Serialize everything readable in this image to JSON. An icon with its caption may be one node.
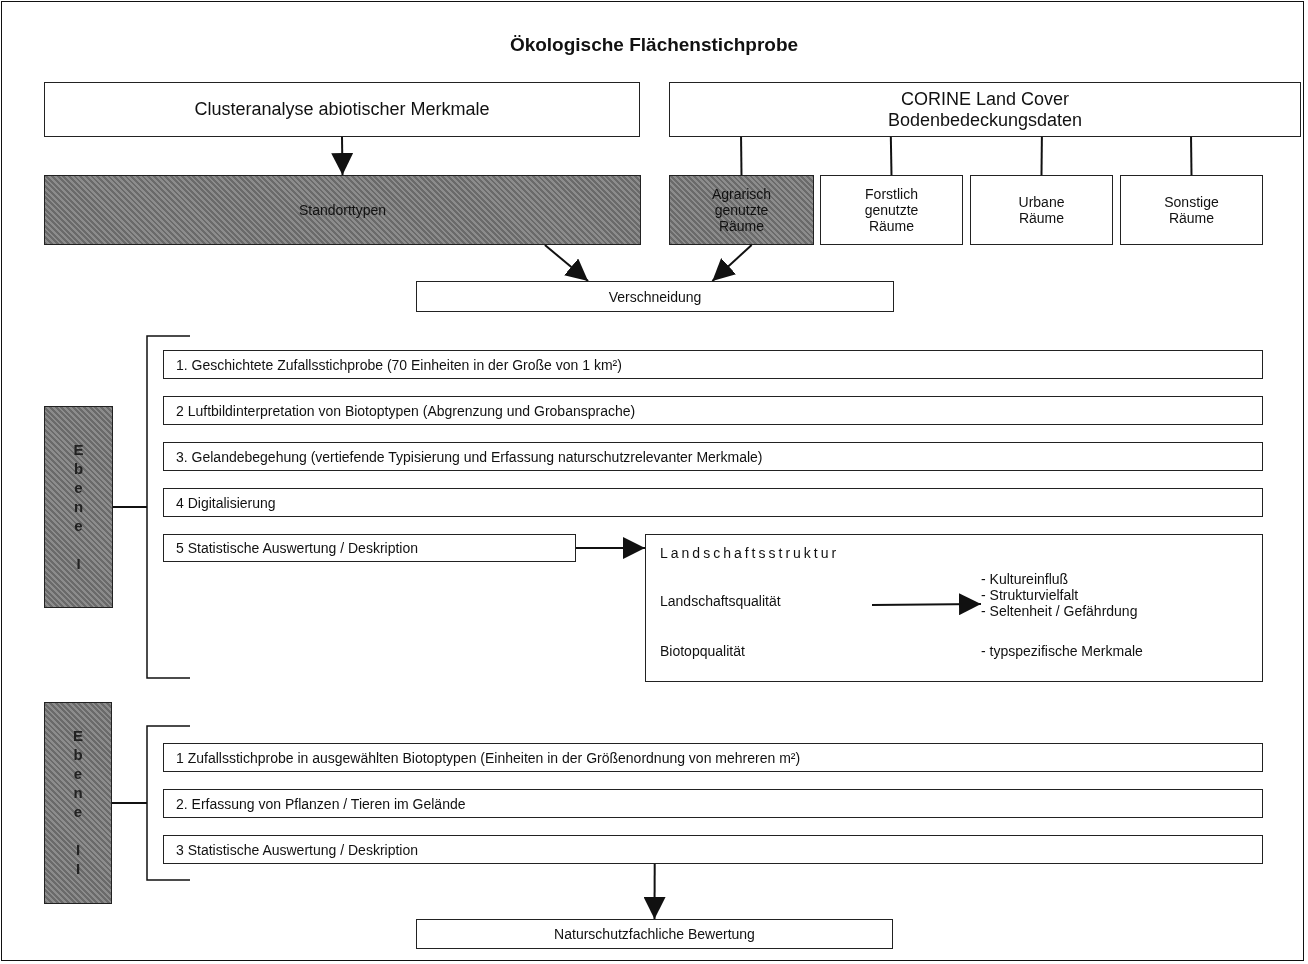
{
  "diagram": {
    "title": "Ökologische Flächenstichprobe",
    "nodes": [
      {
        "text": [
          "Clusteranalyse abiotischer Merkmale"
        ]
      },
      {
        "text": [
          "CORINE Land Cover Bodenbedeckungsdaten"
        ]
      },
      {
        "text": [
          "Standorttypen"
        ]
      },
      {
        "text": [
          "Agrarisch genutzte Räume"
        ]
      },
      {
        "text": [
          "Forstlich genutzte Räume"
        ]
      },
      {
        "text": [
          "Urbane Räume"
        ]
      },
      {
        "text": [
          "Sonstige Räume"
        ]
      },
      {
        "text": [
          "Verschneidung"
        ]
      },
      {
        "text": [
          "Ebene I"
        ]
      },
      {
        "text": [
          "1. Geschichtete Zufallsstichprobe (70 Einheiten in der Große von 1 km²)"
        ]
      },
      {
        "text": [
          "2 Luftbildinterpretation von Biotoptypen (Abgrenzung und Grobansprache)"
        ]
      },
      {
        "text": [
          "3. Gelandebegehung (vertiefende Typisierung und Erfassung naturschutzrelevanter Merkmale)"
        ]
      },
      {
        "text": [
          "4 Digitalisierung"
        ]
      },
      {
        "text": [
          "5 Statistische Auswertung / Deskription"
        ]
      },
      {
        "text": [
          "Landschaftsstruktur"
        ]
      },
      {
        "text": [
          "Landschaftsqualität"
        ],
        "in": 14
      },
      {
        "text": [
          "- Kultureinfluß",
          "- Strukturvielfalt",
          "- Seltenheit / Gefährdung"
        ],
        "in": 14
      },
      {
        "text": [
          "Biotopqualität"
        ],
        "in": 14
      },
      {
        "text": [
          "- typspezifische Merkmale"
        ],
        "in": 14
      },
      {
        "text": [
          "Ebene II"
        ]
      },
      {
        "text": [
          "1 Zufallsstichprobe in ausgewählten Biotoptypen (Einheiten in der Größenordnung von mehreren m²)"
        ]
      },
      {
        "text": [
          "2. Erfassung von Pflanzen / Tieren im Gelände"
        ]
      },
      {
        "text": [
          "3 Statistische Auswertung / Deskription"
        ]
      },
      {
        "text": [
          "Naturschutzfachliche Bewertung"
        ]
      },
      {
        "text": [],
        "shape": "bracket"
      },
      {
        "text": [],
        "shape": "bracket"
      }
    ],
    "edges": [
      {
        "from": 0,
        "to": 2,
        "arrow": "to"
      },
      {
        "from": 1,
        "to": 3,
        "arrow": "none"
      },
      {
        "from": 1,
        "to": 4,
        "arrow": "none"
      },
      {
        "from": 1,
        "to": 5,
        "arrow": "none"
      },
      {
        "from": 1,
        "to": 6,
        "arrow": "none"
      },
      {
        "from": 2,
        "to": 7,
        "arrow": "to"
      },
      {
        "from": 3,
        "to": 7,
        "arrow": "to"
      },
      {
        "from": 13,
        "to": 14,
        "arrow": "to"
      },
      {
        "from": 15,
        "to": 16,
        "arrow": "to"
      },
      {
        "from": 22,
        "to": 23,
        "arrow": "to"
      },
      {
        "from": 8,
        "to": 24,
        "arrow": "none"
      },
      {
        "from": 19,
        "to": 25,
        "arrow": "none"
      }
    ]
  }
}
